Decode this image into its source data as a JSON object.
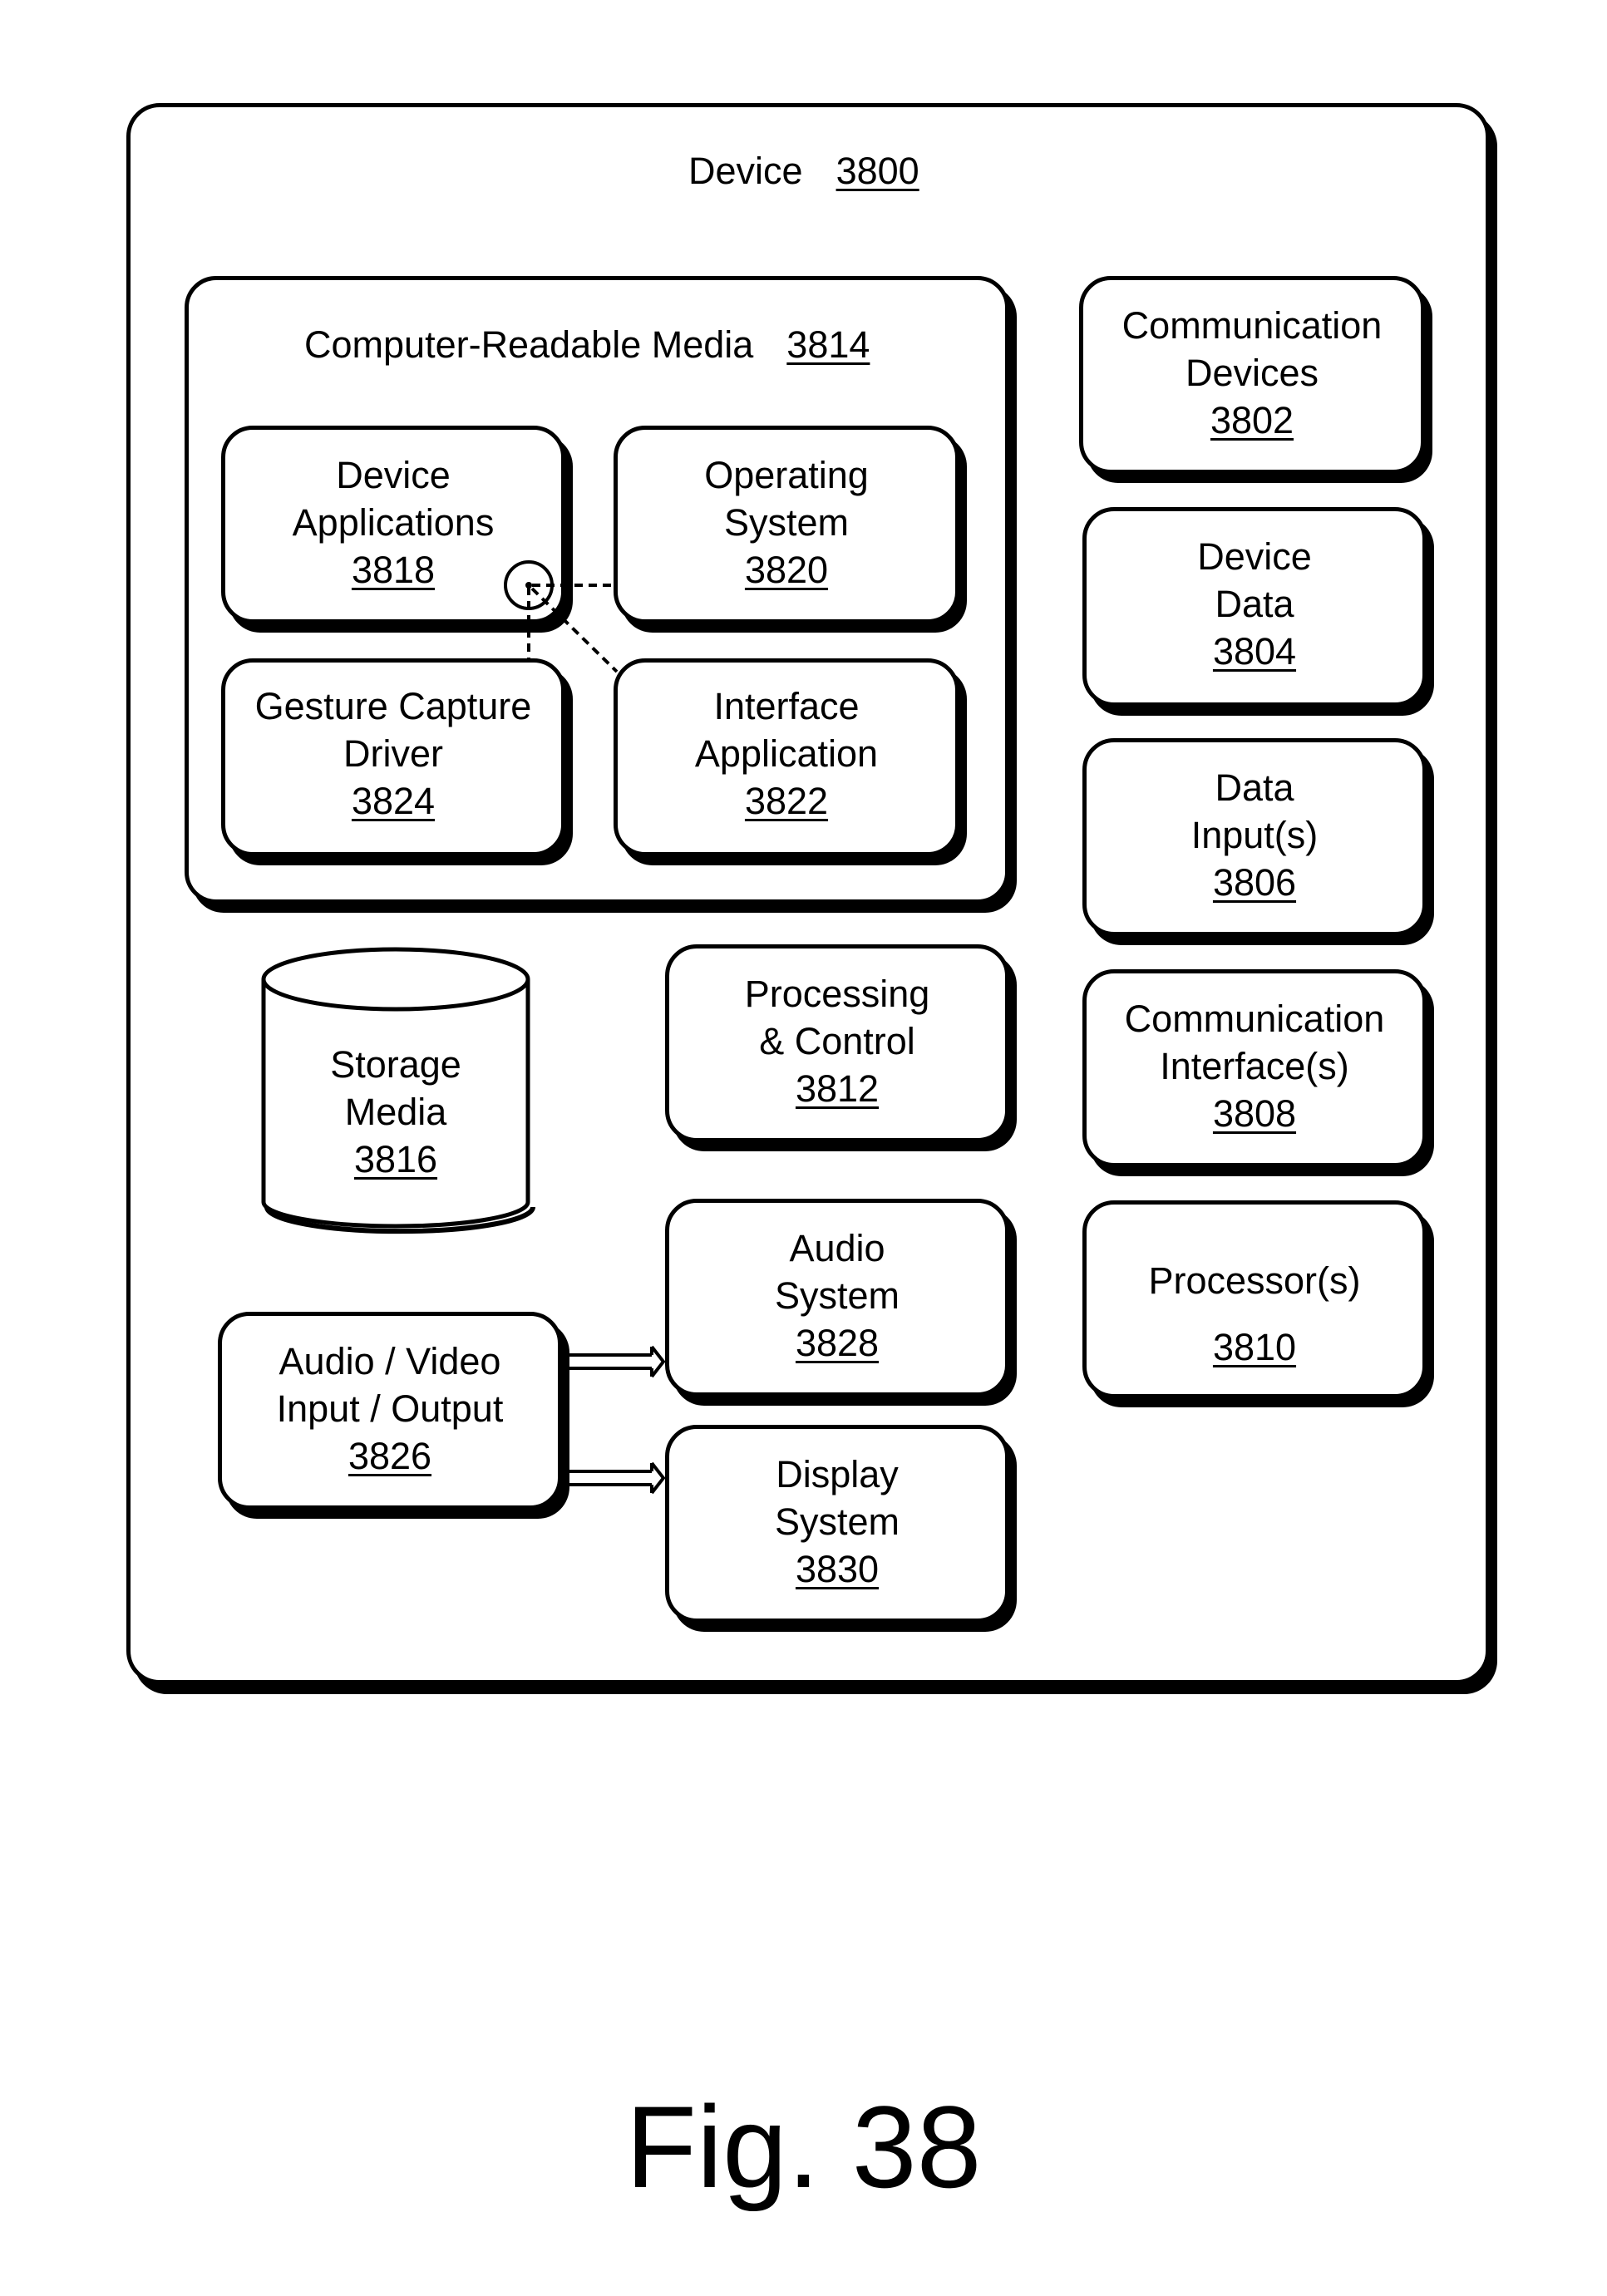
{
  "device": {
    "label": "Device",
    "number": "3800"
  },
  "crm": {
    "label": "Computer-Readable Media",
    "number": "3814"
  },
  "boxes": {
    "device_applications": {
      "lines": [
        "Device",
        "Applications"
      ],
      "number": "3818"
    },
    "operating_system": {
      "lines": [
        "Operating",
        "System"
      ],
      "number": "3820"
    },
    "gesture_capture_driver": {
      "lines": [
        "Gesture Capture",
        "Driver"
      ],
      "number": "3824"
    },
    "interface_application": {
      "lines": [
        "Interface",
        "Application"
      ],
      "number": "3822"
    },
    "communication_devices": {
      "lines": [
        "Communication",
        "Devices"
      ],
      "number": "3802"
    },
    "device_data": {
      "lines": [
        "Device",
        "Data"
      ],
      "number": "3804"
    },
    "data_inputs": {
      "lines": [
        "Data",
        "Input(s)"
      ],
      "number": "3806"
    },
    "communication_interfaces": {
      "lines": [
        "Communication",
        "Interface(s)"
      ],
      "number": "3808"
    },
    "processors": {
      "lines": [
        "Processor(s)"
      ],
      "number": "3810"
    },
    "processing_control": {
      "lines": [
        "Processing",
        "& Control"
      ],
      "number": "3812"
    },
    "storage_media": {
      "lines": [
        "Storage",
        "Media"
      ],
      "number": "3816"
    },
    "audio_system": {
      "lines": [
        "Audio",
        "System"
      ],
      "number": "3828"
    },
    "display_system": {
      "lines": [
        "Display",
        "System"
      ],
      "number": "3830"
    },
    "av_io": {
      "lines": [
        "Audio / Video",
        "Input / Output"
      ],
      "number": "3826"
    }
  },
  "figure_label": "Fig. 38"
}
